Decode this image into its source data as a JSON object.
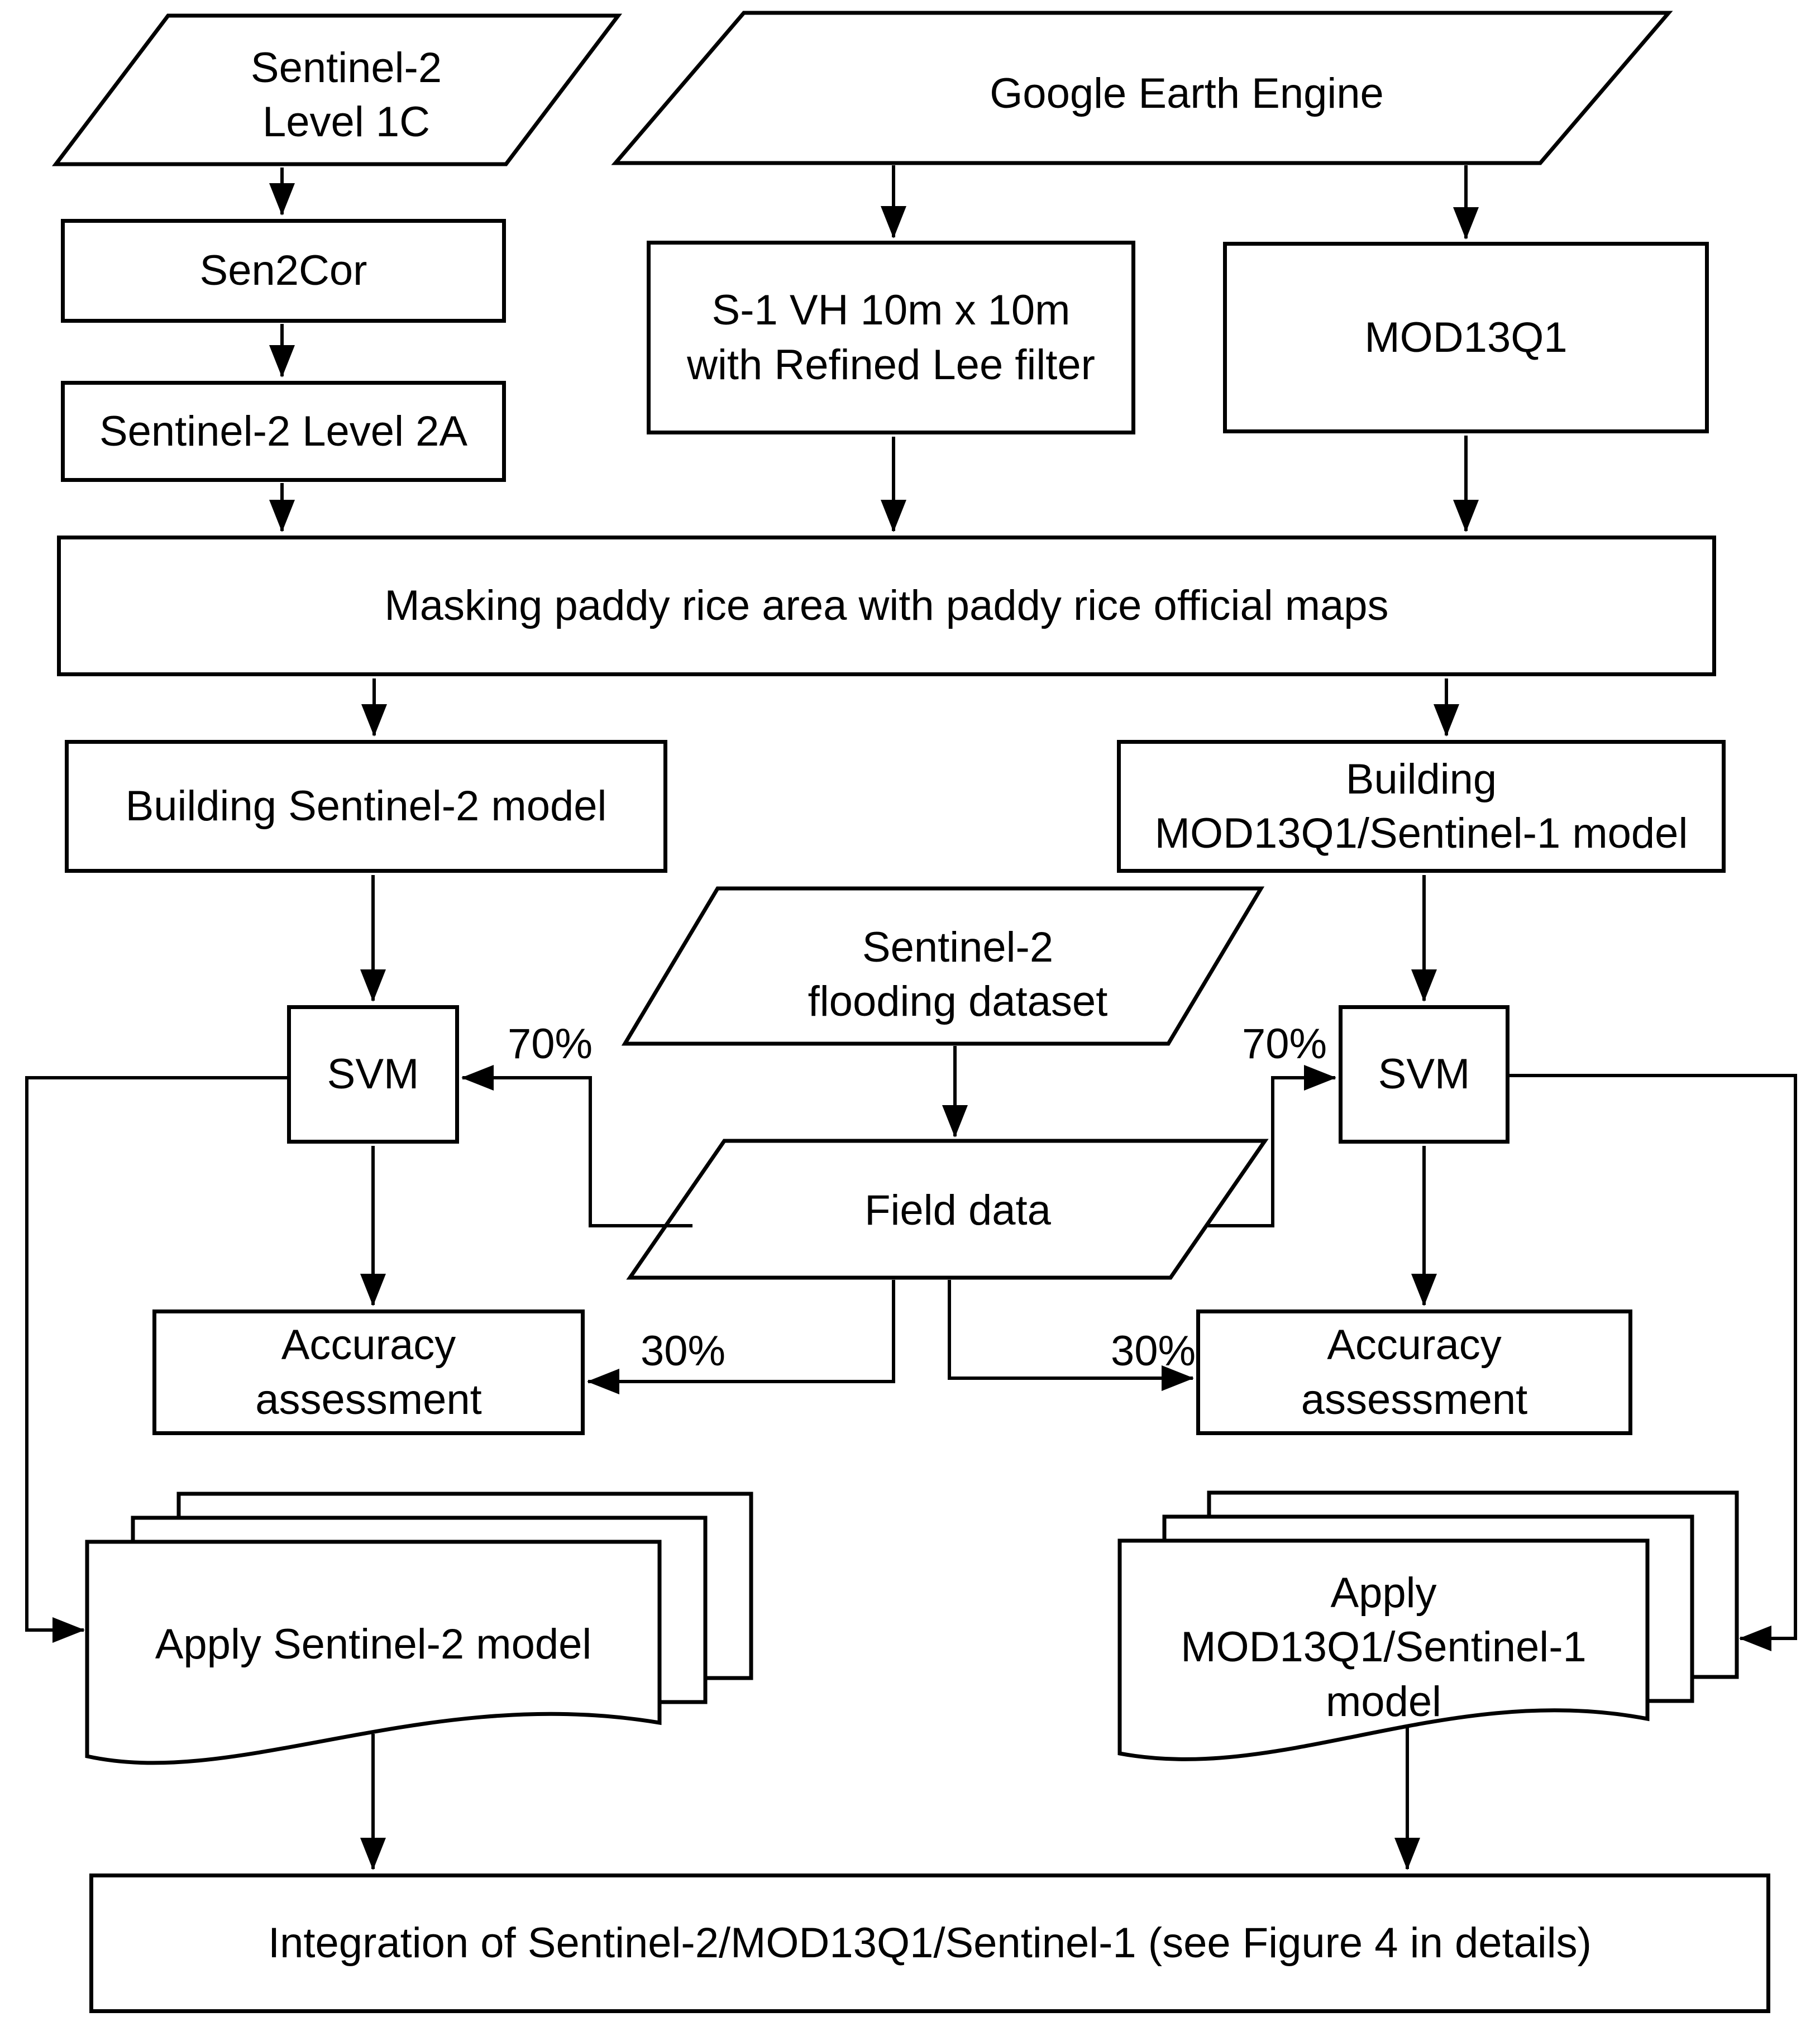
{
  "diagram": {
    "colors": {
      "ink": "#000000",
      "paper": "#ffffff"
    },
    "nodes": {
      "s2_level_1c": {
        "shape": "parallelogram",
        "lines": [
          "Sentinel-2",
          "Level 1C"
        ]
      },
      "google_earth_engine": {
        "shape": "parallelogram",
        "lines": [
          "Google Earth Engine"
        ]
      },
      "sen2cor": {
        "shape": "rect",
        "lines": [
          "Sen2Cor"
        ]
      },
      "s2_level_2a": {
        "shape": "rect",
        "lines": [
          "Sentinel-2 Level 2A"
        ]
      },
      "s1_vh": {
        "shape": "rect",
        "lines": [
          "S-1 VH 10m x 10m",
          "with Refined Lee filter"
        ]
      },
      "mod13q1": {
        "shape": "rect",
        "lines": [
          "MOD13Q1"
        ]
      },
      "masking": {
        "shape": "rect",
        "lines": [
          "Masking paddy rice area with paddy rice official maps"
        ]
      },
      "building_s2": {
        "shape": "rect",
        "lines": [
          "Building Sentinel-2 model"
        ]
      },
      "building_mod": {
        "shape": "rect",
        "lines": [
          "Building",
          "MOD13Q1/Sentinel-1 model"
        ]
      },
      "flooding_dataset": {
        "shape": "parallelogram",
        "lines": [
          "Sentinel-2",
          "flooding dataset"
        ]
      },
      "svm_left": {
        "shape": "rect",
        "lines": [
          "SVM"
        ]
      },
      "svm_right": {
        "shape": "rect",
        "lines": [
          "SVM"
        ]
      },
      "field_data": {
        "shape": "parallelogram",
        "lines": [
          "Field data"
        ]
      },
      "accuracy_left": {
        "shape": "rect",
        "lines": [
          "Accuracy",
          "assessment"
        ]
      },
      "accuracy_right": {
        "shape": "rect",
        "lines": [
          "Accuracy",
          "assessment"
        ]
      },
      "apply_s2": {
        "shape": "document-stack",
        "lines": [
          "Apply Sentinel-2 model"
        ]
      },
      "apply_mod": {
        "shape": "document-stack",
        "lines": [
          "Apply",
          "MOD13Q1/Sentinel-1",
          "model"
        ]
      },
      "integration": {
        "shape": "rect",
        "lines": [
          "Integration of Sentinel-2/MOD13Q1/Sentinel-1 (see Figure 4 in details)"
        ]
      }
    },
    "edge_labels": {
      "train_left": "70%",
      "train_right": "70%",
      "test_left": "30%",
      "test_right": "30%"
    }
  }
}
